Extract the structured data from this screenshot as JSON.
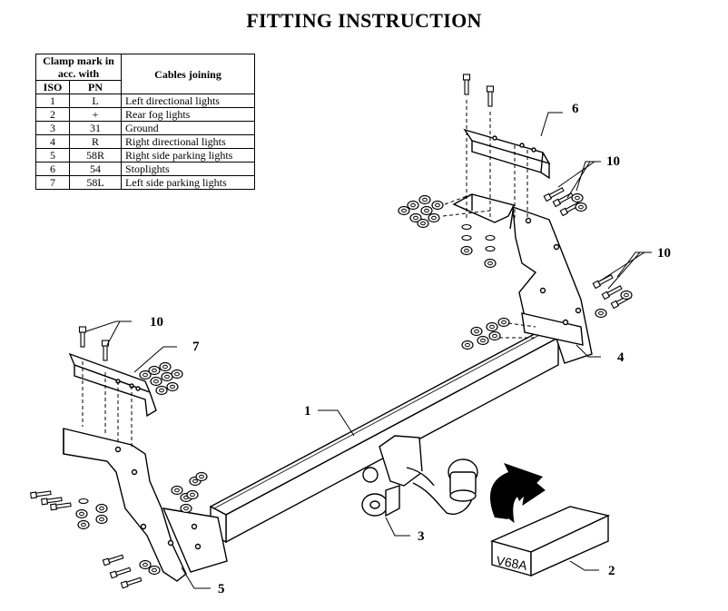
{
  "title": "FITTING INSTRUCTION",
  "table": {
    "header_group": "Clamp mark in acc. with",
    "header_iso": "ISO",
    "header_pn": "PN",
    "header_cables": "Cables joining",
    "rows": [
      {
        "iso": "1",
        "pn": "L",
        "desc": "Left directional lights"
      },
      {
        "iso": "2",
        "pn": "+",
        "desc": "Rear fog lights"
      },
      {
        "iso": "3",
        "pn": "31",
        "desc": "Ground"
      },
      {
        "iso": "4",
        "pn": "R",
        "desc": "Right directional lights"
      },
      {
        "iso": "5",
        "pn": "58R",
        "desc": "Right side parking lights"
      },
      {
        "iso": "6",
        "pn": "54",
        "desc": "Stoplights"
      },
      {
        "iso": "7",
        "pn": "58L",
        "desc": "Left side parking lights"
      }
    ]
  },
  "callouts": {
    "c1": "1",
    "c2": "2",
    "c3": "3",
    "c4": "4",
    "c5": "5",
    "c6": "6",
    "c7": "7",
    "c10a": "10",
    "c10b": "10",
    "c10c": "10"
  },
  "plate_label": "V68A"
}
